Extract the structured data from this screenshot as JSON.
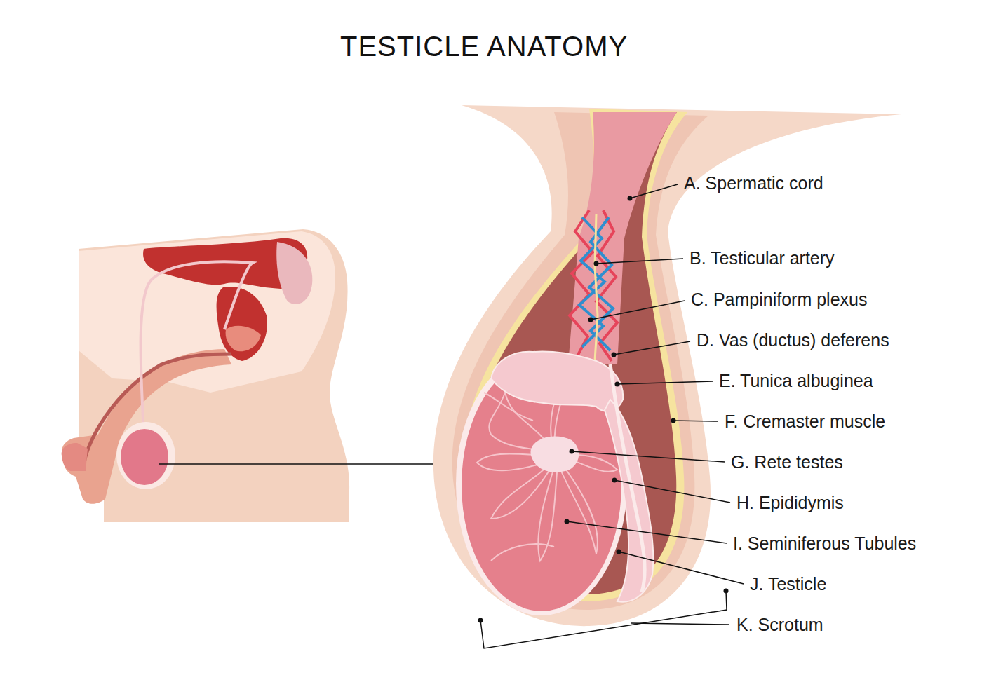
{
  "diagram": {
    "title": "TESTICLE ANATOMY",
    "labels": [
      "A. Spermatic cord",
      "B. Testicular artery",
      "C. Pampiniform plexus",
      "D. Vas (ductus) deferens",
      "E. Tunica albuginea",
      "F. Cremaster muscle",
      "G. Rete testes",
      "H. Epididymis",
      "I. Seminiferous Tubules",
      "J. Testicle",
      "K. Scrotum"
    ]
  }
}
